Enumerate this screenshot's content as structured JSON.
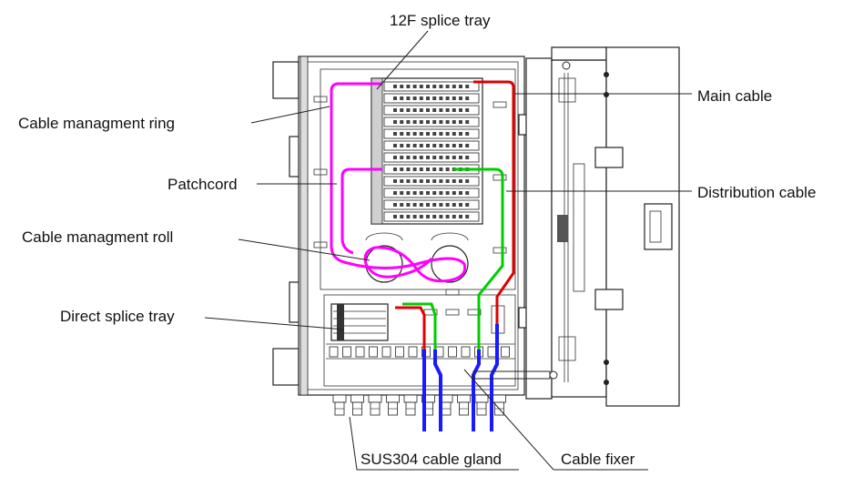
{
  "labels": {
    "splice_tray_12f": "12F splice tray",
    "main_cable": "Main cable",
    "cable_management_ring": "Cable managment ring",
    "patchcord": "Patchcord",
    "distribution_cable": "Distribution cable",
    "cable_management_roll": "Cable managment roll",
    "direct_splice_tray": "Direct splice tray",
    "sus304_cable_gland": "SUS304 cable gland",
    "cable_fixer": "Cable fixer"
  },
  "colors": {
    "patchcord": "#ff00ff",
    "main_cable": "#e00000",
    "distribution_cable": "#00cc00",
    "drop_cable": "#1a1aff",
    "line": "#222222"
  }
}
